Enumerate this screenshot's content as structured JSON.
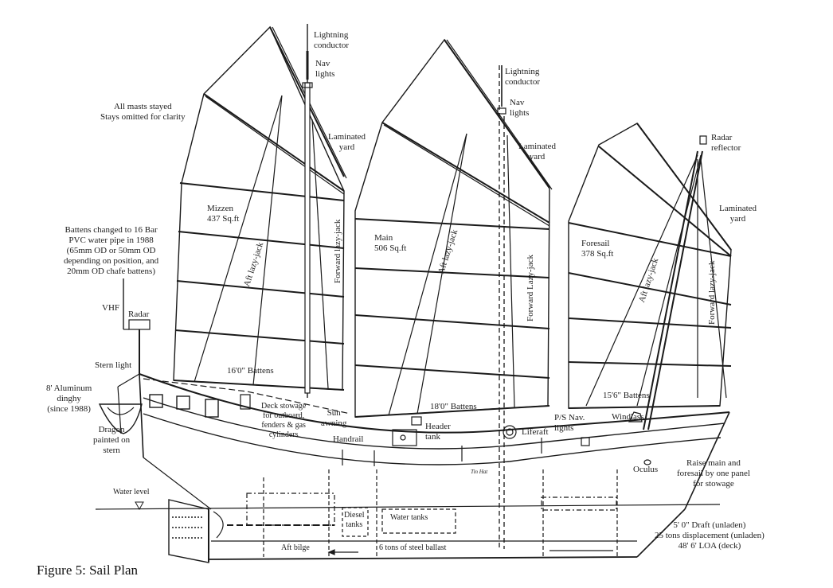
{
  "figure": {
    "caption": "Figure 5: Sail Plan"
  },
  "sails": {
    "mizzen": {
      "name": "Mizzen",
      "area": "437 Sq.ft",
      "battens": "16'0\" Battens",
      "aft_lazy_jack": "Aft lazy-jack",
      "forward_lazy_jack": "Forward lazy-jack"
    },
    "main": {
      "name": "Main",
      "area": "506 Sq.ft",
      "battens": "18'0\" Battens",
      "aft_lazy_jack": "Aft lazy-jack",
      "forward_lazy_jack": "Forward Lazy-jack"
    },
    "foresail": {
      "name": "Foresail",
      "area": "378 Sq.ft",
      "battens": "15'6\" Battens",
      "aft_lazy_jack": "Aft lazy-jack",
      "forward_lazy_jack": "Forward lazy-jack"
    }
  },
  "annotations": {
    "mizzen_lightning": "Lightning\nconductor",
    "mizzen_nav": "Nav\nlights",
    "mizzen_yard": "Laminated\nyard",
    "main_lightning": "Lightning\nconductor",
    "main_nav": "Nav\nlights",
    "main_yard": "Laminated\nyard",
    "fore_radar_reflector": "Radar\nreflector",
    "fore_yard": "Laminated\nyard",
    "stays_note": "All masts stayed\nStays omitted for clarity",
    "battens_note": "Battens changed to 16 Bar\nPVC water pipe in 1988\n(65mm OD or 50mm OD\ndepending on position, and\n20mm OD chafe battens)",
    "vhf": "VHF",
    "radar": "Radar",
    "stern_light": "Stern light",
    "dinghy": "8' Aluminum\ndinghy\n(since 1988)",
    "dragon": "Dragon\npainted on\nstern",
    "deck_stowage": "Deck stowage\nfor outboard,\nfenders & gas\ncylinders",
    "sun_awning": "Sun\nawning",
    "handrail": "Handrail",
    "header_tank": "Header\ntank",
    "liferaft": "Liferaft",
    "ps_nav_lights": "P/S Nav.\nlights",
    "windlass": "Windlass",
    "tin_hat": "Tin Hat",
    "oculus": "Oculus",
    "raise_note": "Raise main and\nforesail by one panel\nfor stowage",
    "water_level": "Water level",
    "diesel_tanks": "Diesel\ntanks",
    "water_tanks": "Water tanks",
    "aft_bilge": "Aft bilge",
    "ballast": "6 tons of steel ballast",
    "specs": "5' 0\" Draft (unladen)\n25 tons displacement (unladen)\n48' 6' LOA (deck)"
  }
}
